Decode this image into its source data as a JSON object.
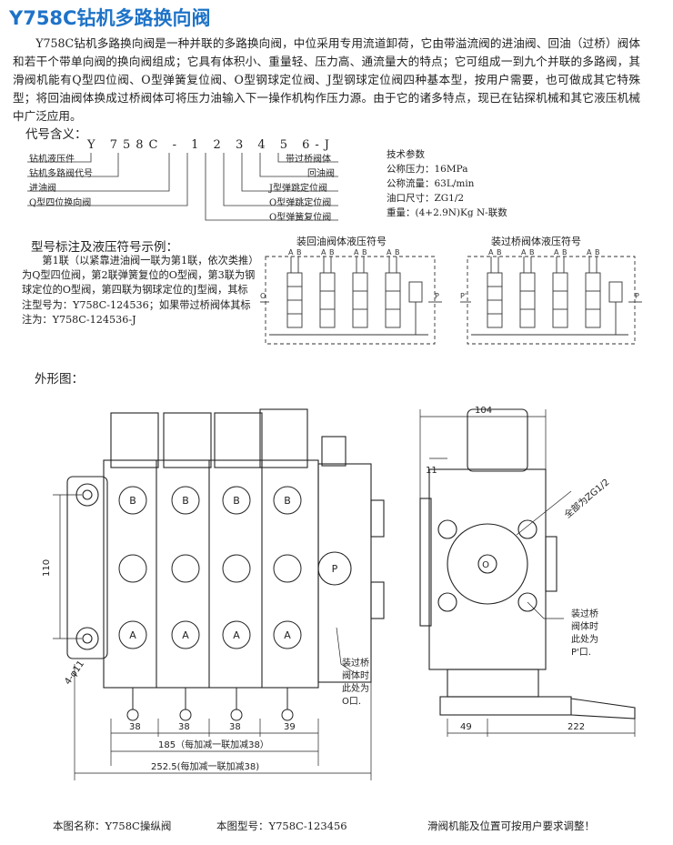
{
  "title": "Y758C钻机多路换向阀",
  "intro": "Y758C钻机多路换向阀是一种并联的多路换向阀，中位采用专用流道卸荷，它由带溢流阀的进油阀、回油（过桥）阀体和若干个带单向阀的换向阀组成；它具有体积小、重量轻、压力高、通流量大的特点；它可组成一到九个并联的多路阀，其滑阀机能有Q型四位阀、O型弹簧复位阀、O型钢球定位阀、J型钢球定位阀四种基本型，按用户需要，也可做成其它特殊型；将回油阀体换成过桥阀体可将压力油输入下一操作机构作压力源。由于它的诸多特点，现已在钻探机械和其它液压机械中广泛应用。",
  "code_section": {
    "heading": "代号含义：",
    "code": "Y 758C - 1 2 3 4 5 6-J",
    "left_labels": [
      "钻机液压件",
      "钻机多路阀代号",
      "进油阀",
      "Q型四位换向阀"
    ],
    "right_labels": [
      "带过桥阀体",
      "回油阀",
      "J型弹跳定位阀",
      "O型弹跳定位阀",
      "O型弹簧复位阀"
    ]
  },
  "specs": {
    "heading": "技术参数",
    "lines": [
      "公称压力：16MPa",
      "公称流量：63L/min",
      "油口尺寸：ZG1/2",
      "重量：(4+2.9N)Kg N-联数"
    ]
  },
  "example": {
    "heading": "型号标注及液压符号示例：",
    "text": "第1联（以紧靠进油阀一联为第1联，依次类推）为Q型四位阀，第2联弹簧复位的O型阀，第3联为钢球定位的O型阀，第四联为钢球定位的J型阀，其标注型号为：Y758C-124536；如果带过桥阀体其标注为：Y758C-124536-J"
  },
  "symbols": {
    "return_title": "装回油阀体液压符号",
    "bridge_title": "装过桥阀体液压符号",
    "port_A": "A",
    "port_B": "B",
    "port_O": "O",
    "port_P": "P",
    "port_P_prime": "P'"
  },
  "outline": {
    "heading": "外形图：",
    "port_B": "B",
    "port_A": "A",
    "port_P": "P",
    "port_O": "O",
    "dim_104": "104",
    "dim_11": "11",
    "dim_110": "110",
    "dim_holes": "4-φ11",
    "dims_bottom": [
      "38",
      "38",
      "38",
      "39"
    ],
    "dim_185": "185（每加减一联加减38）",
    "dim_2525": "252.5(每加减一联加减38)",
    "dim_49": "49",
    "dim_222": "222",
    "thread_note": "全部为ZG1/2",
    "note_left": [
      "装过桥",
      "阀体时",
      "此处为",
      "O口."
    ],
    "note_right": [
      "装过桥",
      "阀体时",
      "此处为",
      "P'口."
    ]
  },
  "footer": {
    "name": "本图名称：Y758C操纵阀",
    "model": "本图型号：Y758C-123456",
    "note": "滑阀机能及位置可按用户要求调整！"
  }
}
